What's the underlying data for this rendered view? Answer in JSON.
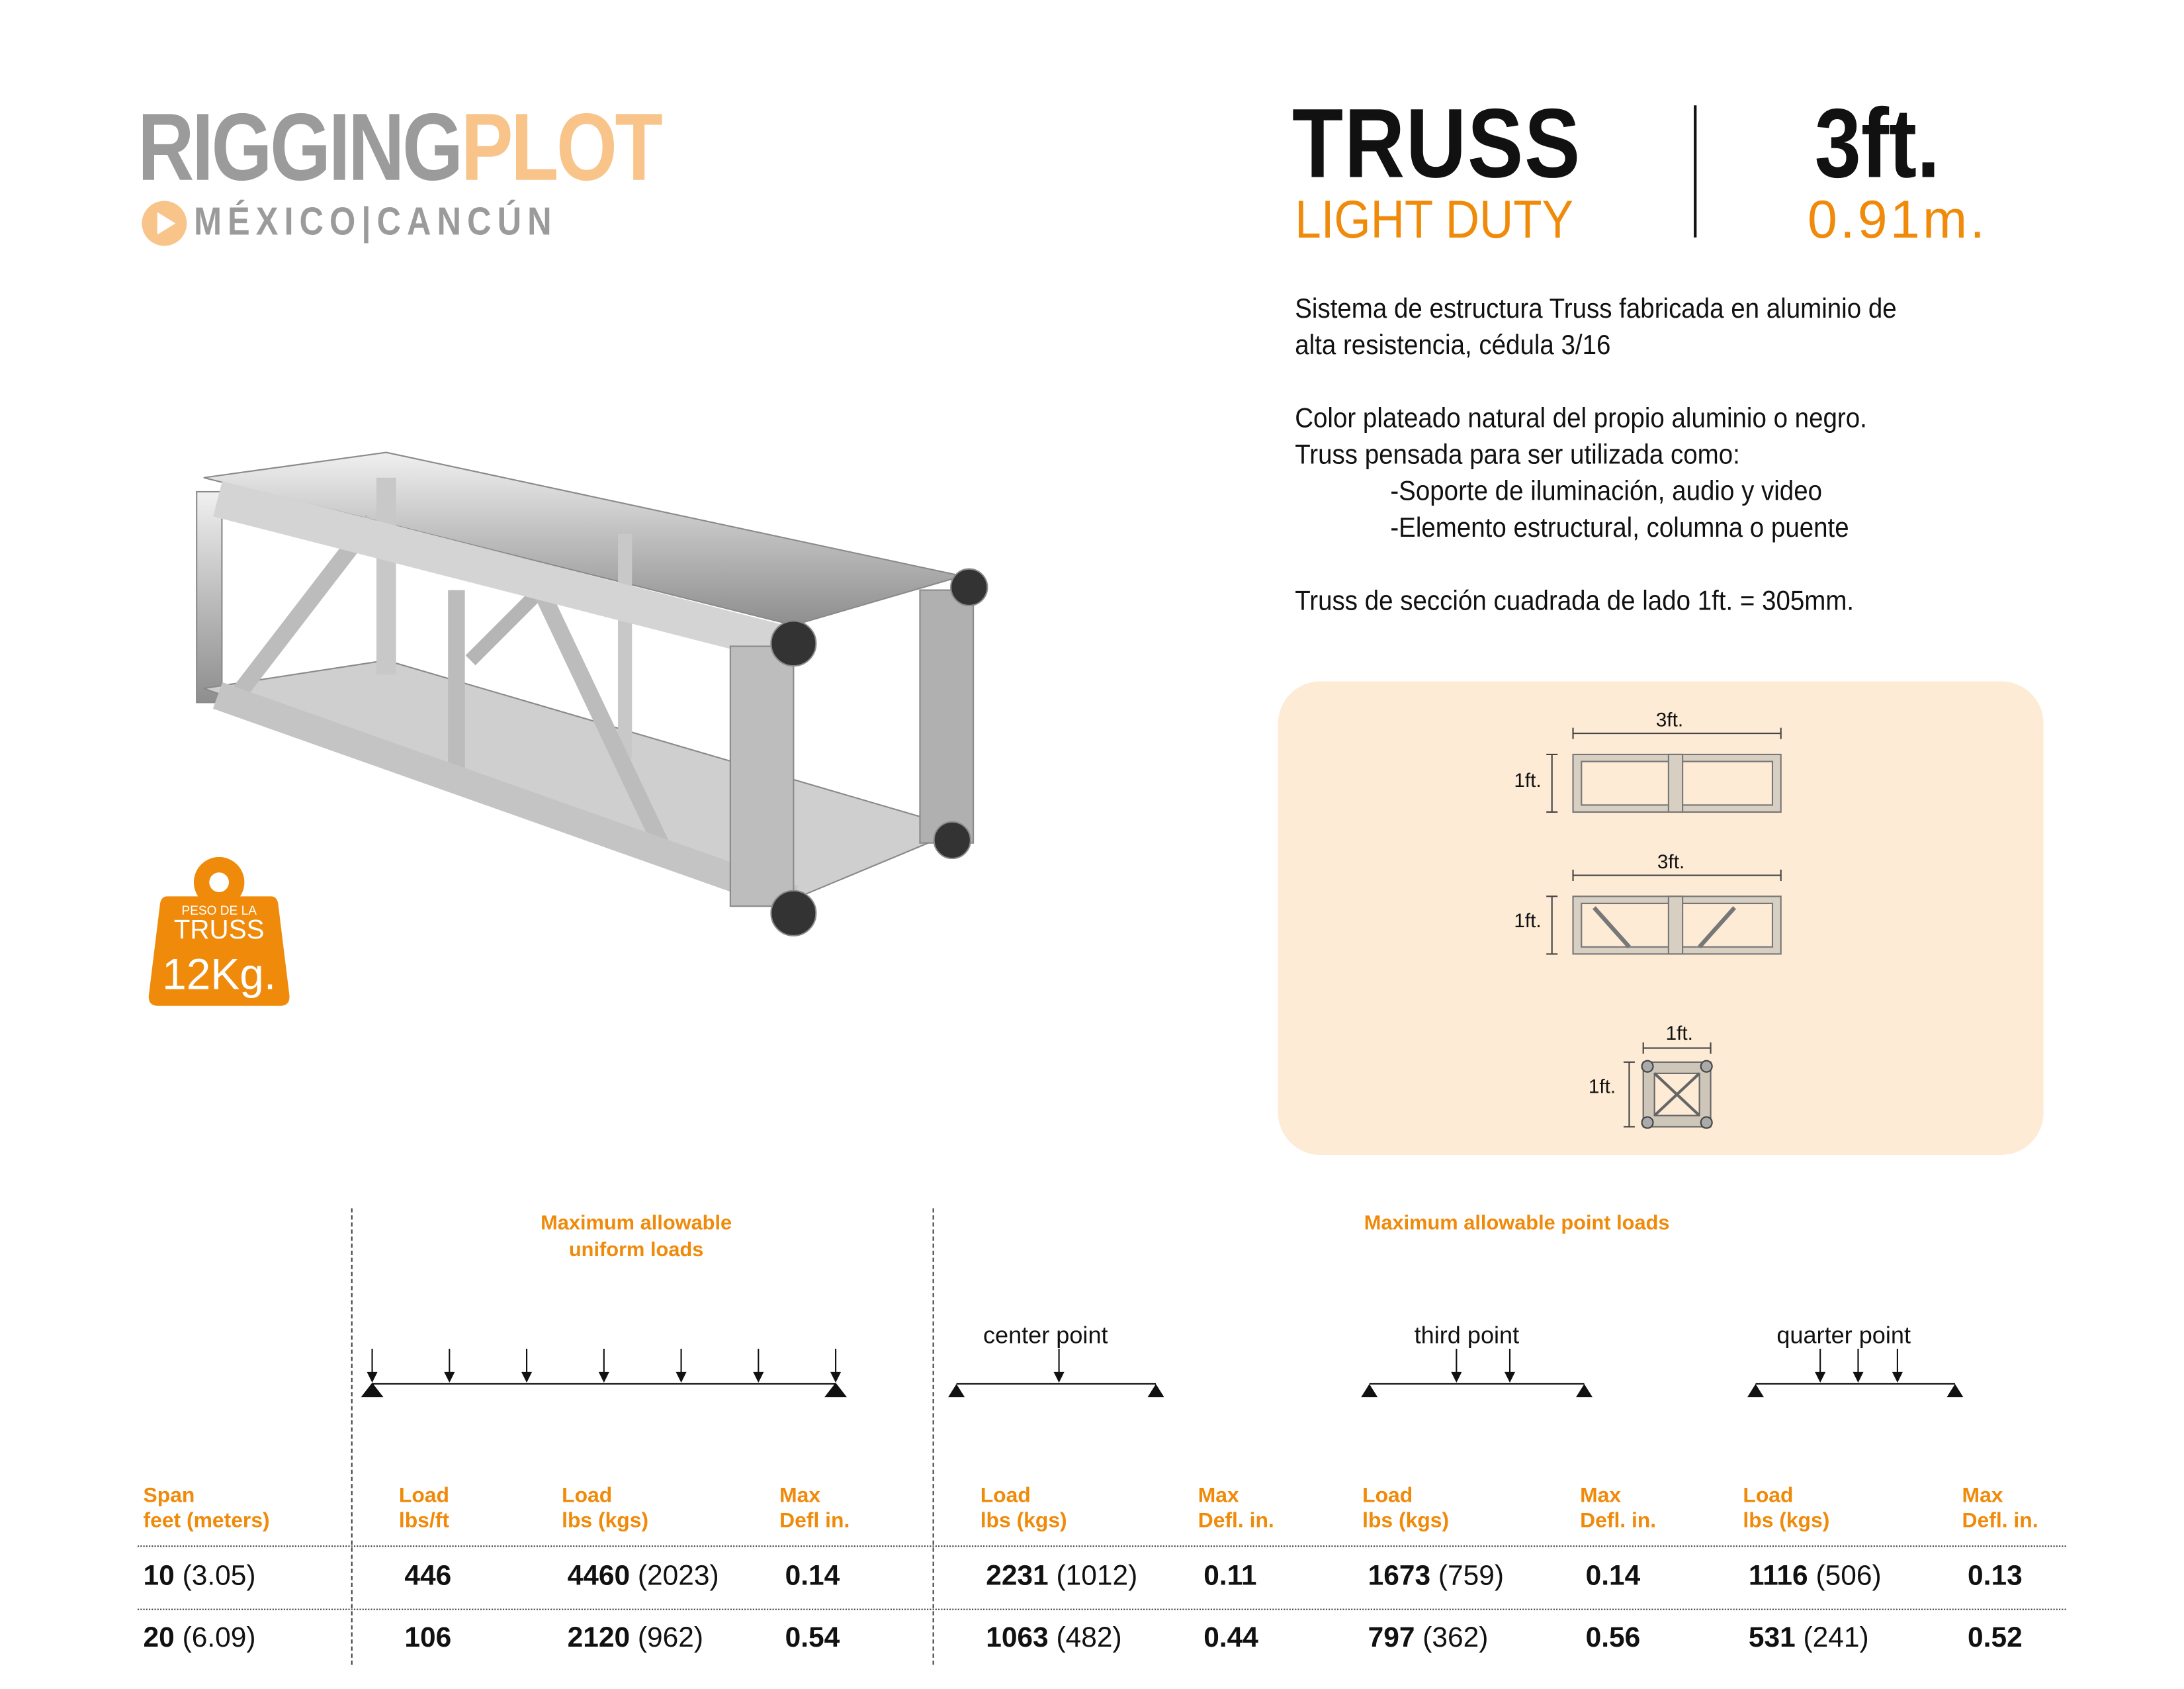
{
  "brand": {
    "name_part1": "RIGGING",
    "name_part2": "PLOT",
    "location": "MÉXICO|CANCÚN",
    "logo_icon": "play-circle-icon",
    "colors": {
      "gray": "#9b9b9b",
      "light_orange": "#f8c48a"
    }
  },
  "header": {
    "title": "TRUSS",
    "subtitle": "LIGHT DUTY",
    "length_ft": "3ft.",
    "length_m": "0.91m."
  },
  "accent_color": "#ef8a0a",
  "description": {
    "p1_line1": "Sistema de estructura Truss fabricada en aluminio de",
    "p1_line2": "alta resistencia, cédula 3/16",
    "p2_line1": "Color plateado natural del propio aluminio o negro.",
    "p2_line2": "Truss pensada para ser utilizada como:",
    "p2_item1": "-Soporte de iluminación, audio y video",
    "p2_item2": "-Elemento estructural, columna o puente",
    "p3": "Truss de sección cuadrada de lado 1ft. = 305mm."
  },
  "weight_badge": {
    "small": "PESO DE LA",
    "label": "TRUSS",
    "value": "12Kg."
  },
  "dimension_diagram": {
    "top_length": "3ft.",
    "top_height": "1ft.",
    "side_length": "3ft.",
    "side_height": "1ft.",
    "section_width": "1ft.",
    "section_height": "1ft.",
    "background": "#fdebd6"
  },
  "load_table": {
    "uniform_title_line1": "Maximum allowable",
    "uniform_title_line2": "uniform loads",
    "point_title": "Maximum allowable point loads",
    "diagrams": {
      "center": "center point",
      "third": "third point",
      "quarter": "quarter point"
    },
    "headers": [
      {
        "l1": "Span",
        "l2": "feet (meters)"
      },
      {
        "l1": "Load",
        "l2": "lbs/ft"
      },
      {
        "l1": "Load",
        "l2": "lbs (kgs)"
      },
      {
        "l1": "Max",
        "l2": "Defl in."
      },
      {
        "l1": "Load",
        "l2": "lbs (kgs)"
      },
      {
        "l1": "Max",
        "l2": "Defl. in."
      },
      {
        "l1": "Load",
        "l2": "lbs (kgs)"
      },
      {
        "l1": "Max",
        "l2": "Defl. in."
      },
      {
        "l1": "Load",
        "l2": "lbs (kgs)"
      },
      {
        "l1": "Max",
        "l2": "Defl. in."
      }
    ],
    "rows": [
      {
        "span": "10",
        "span_m": "(3.05)",
        "u_lbsft": "446",
        "u_load": "4460",
        "u_kgs": "(2023)",
        "u_defl": "0.14",
        "c_load": "2231",
        "c_kgs": "(1012)",
        "c_defl": "0.11",
        "t_load": "1673",
        "t_kgs": "(759)",
        "t_defl": "0.14",
        "q_load": "1116",
        "q_kgs": "(506)",
        "q_defl": "0.13"
      },
      {
        "span": "20",
        "span_m": "(6.09)",
        "u_lbsft": "106",
        "u_load": "2120",
        "u_kgs": "(962)",
        "u_defl": "0.54",
        "c_load": "1063",
        "c_kgs": "(482)",
        "c_defl": "0.44",
        "t_load": "797",
        "t_kgs": "(362)",
        "t_defl": "0.56",
        "q_load": "531",
        "q_kgs": "(241)",
        "q_defl": "0.52"
      }
    ]
  }
}
